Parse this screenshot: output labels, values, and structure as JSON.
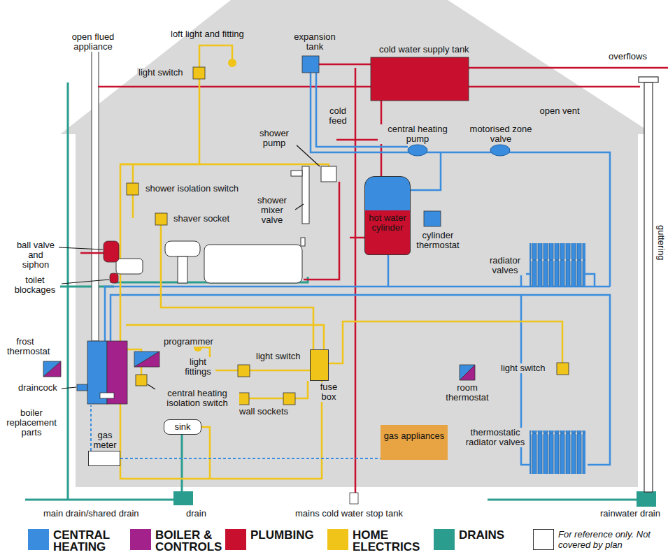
{
  "diagram": {
    "nodes": [
      {
        "text": [
          "hot water cylinder"
        ]
      },
      {
        "text": [
          "sink"
        ]
      },
      {
        "text": [
          "gas meter"
        ]
      },
      {
        "text": [
          "gas appliances"
        ]
      },
      {
        "text": [
          "fuse box"
        ]
      }
    ],
    "edges": [
      {
        "from": 2,
        "to": 3,
        "arrow": "none"
      }
    ],
    "labels": [
      "loft light and fitting",
      "open flued appliance",
      "expansion tank",
      "cold water supply tank",
      "overflows",
      "light switch",
      "cold feed",
      "central heating pump",
      "motorised zone valve",
      "open vent",
      "shower pump",
      "shower isolation switch",
      "shower mixer valve",
      "shaver socket",
      "guttering",
      "ball valve and siphon",
      "cylinder thermostat",
      "radiator valves",
      "toilet blockages",
      "frost thermostat",
      "programmer",
      "light fittings",
      "light switch",
      "light switch",
      "room thermostat",
      "central heating isolation switch",
      "draincock",
      "wall sockets",
      "boiler replacement parts",
      "thermostatic radiator valves",
      "main drain/shared drain",
      "drain",
      "mains cold water stop tank",
      "rainwater drain"
    ],
    "legend": [
      {
        "text": "CENTRAL HEATING",
        "color": "#3a8dde"
      },
      {
        "text": "BOILER & CONTROLS",
        "color": "#a3218a"
      },
      {
        "text": "PLUMBING",
        "color": "#c8102e"
      },
      {
        "text": "HOME ELECTRICS",
        "color": "#f0c419"
      },
      {
        "text": "DRAINS",
        "color": "#2a9d8f"
      },
      {
        "text": "For reference only. Not covered by plan"
      }
    ]
  }
}
